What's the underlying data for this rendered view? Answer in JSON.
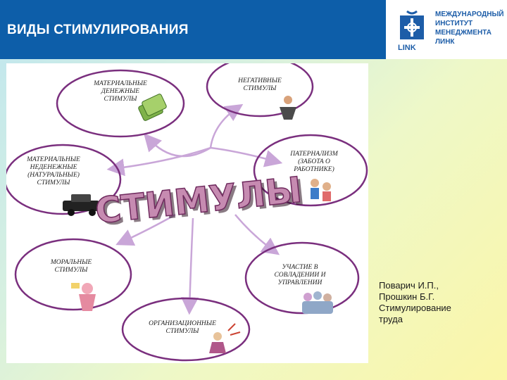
{
  "header": {
    "title": "ВИДЫ СТИМУЛИРОВАНИЯ"
  },
  "logo": {
    "lines": [
      "МЕЖДУНАРОДНЫЙ",
      "ИНСТИТУТ",
      "МЕНЕДЖМЕНТА",
      "ЛИНК"
    ],
    "brand": "LINK"
  },
  "diagram": {
    "center_word": "СТИМУЛЫ",
    "nodes": {
      "material_money": [
        "МАТЕРИАЛЬНЫЕ",
        "ДЕНЕЖНЫЕ",
        "СТИМУЛЫ"
      ],
      "negative": [
        "НЕГАТИВНЫЕ",
        "СТИМУЛЫ"
      ],
      "material_nonmoney": [
        "МАТЕРИАЛЬНЫЕ",
        "НЕДЕНЕЖНЫЕ",
        "(НАТУРАЛЬНЫЕ)",
        "СТИМУЛЫ"
      ],
      "paternalism": [
        "ПАТЕРНАЛИЗМ",
        "(ЗАБОТА О",
        "РАБОТНИКЕ)"
      ],
      "moral": [
        "МОРАЛЬНЫЕ",
        "СТИМУЛЫ"
      ],
      "participation": [
        "УЧАСТИЕ В",
        "СОВЛАДЕНИИ И",
        "УПРАВЛЕНИИ"
      ],
      "organizational": [
        "ОРГАНИЗАЦИОННЫЕ",
        "СТИМУЛЫ"
      ]
    }
  },
  "author": {
    "lines": [
      "Поварич И.П.,",
      "Прошкин Б.Г.",
      "Стимулирование",
      "труда"
    ]
  },
  "colors": {
    "title_bar": "#0d5ea9",
    "ellipse_stroke": "#7a2f7e",
    "arrow": "#c9a6d8",
    "center_word": "#6f2a5e"
  }
}
